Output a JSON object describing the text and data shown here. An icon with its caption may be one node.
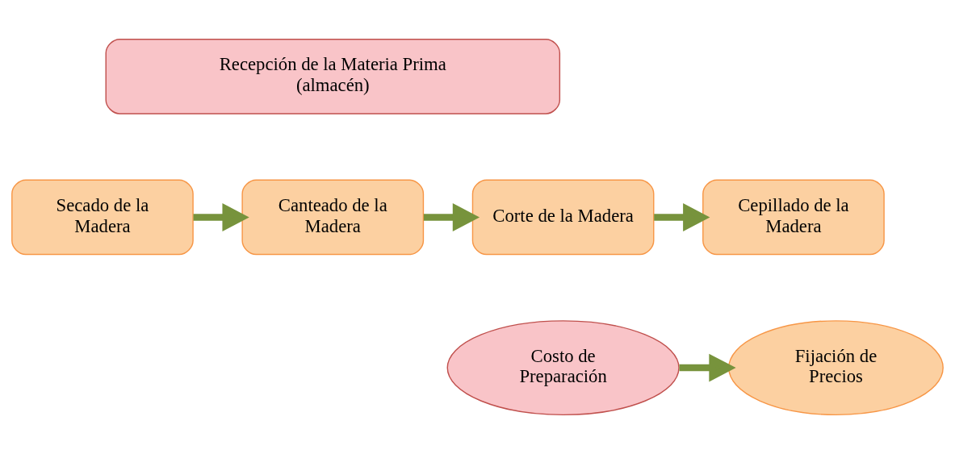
{
  "diagram": {
    "nodes": [
      {
        "text": [
          "Recepción de la Materia Prima (almacén)"
        ]
      },
      {
        "text": [
          "Secado de la Madera"
        ]
      },
      {
        "text": [
          "Canteado de la Madera"
        ]
      },
      {
        "text": [
          "Corte de la Madera"
        ]
      },
      {
        "text": [
          "Cepillado de la Madera"
        ]
      },
      {
        "text": [
          "Costo de Preparación"
        ]
      },
      {
        "text": [
          "Fijación de Precios"
        ]
      }
    ],
    "edges": [
      {
        "from": 1,
        "to": 2,
        "arrow": "to"
      },
      {
        "from": 2,
        "to": 3,
        "arrow": "to"
      },
      {
        "from": 3,
        "to": 4,
        "arrow": "to"
      },
      {
        "from": 5,
        "to": 6,
        "arrow": "to"
      }
    ]
  }
}
